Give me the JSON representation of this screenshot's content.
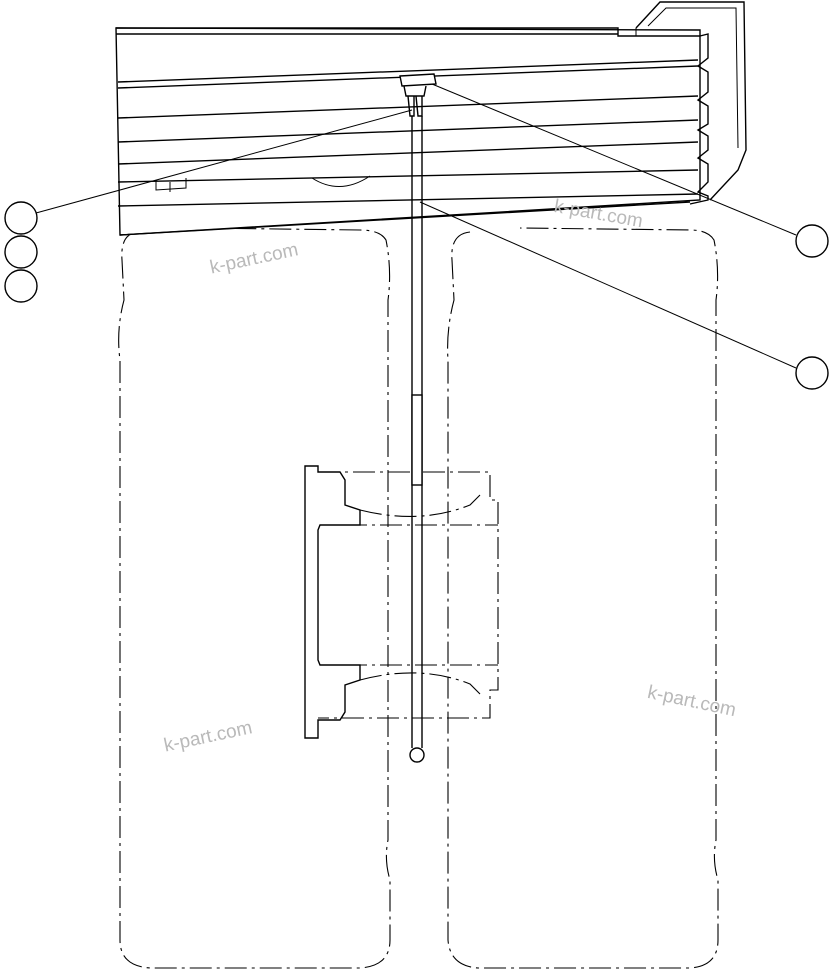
{
  "watermarks": {
    "w1": "k-part.com",
    "w2": "k-part.com",
    "w3": "k-part.com",
    "w4": "k-part.com"
  },
  "callouts": {
    "c1": "",
    "c2": "",
    "c3": "",
    "c4": "",
    "c5": ""
  },
  "colors": {
    "line": "#000000",
    "watermark": "#b9b9b9",
    "background": "#ffffff"
  }
}
